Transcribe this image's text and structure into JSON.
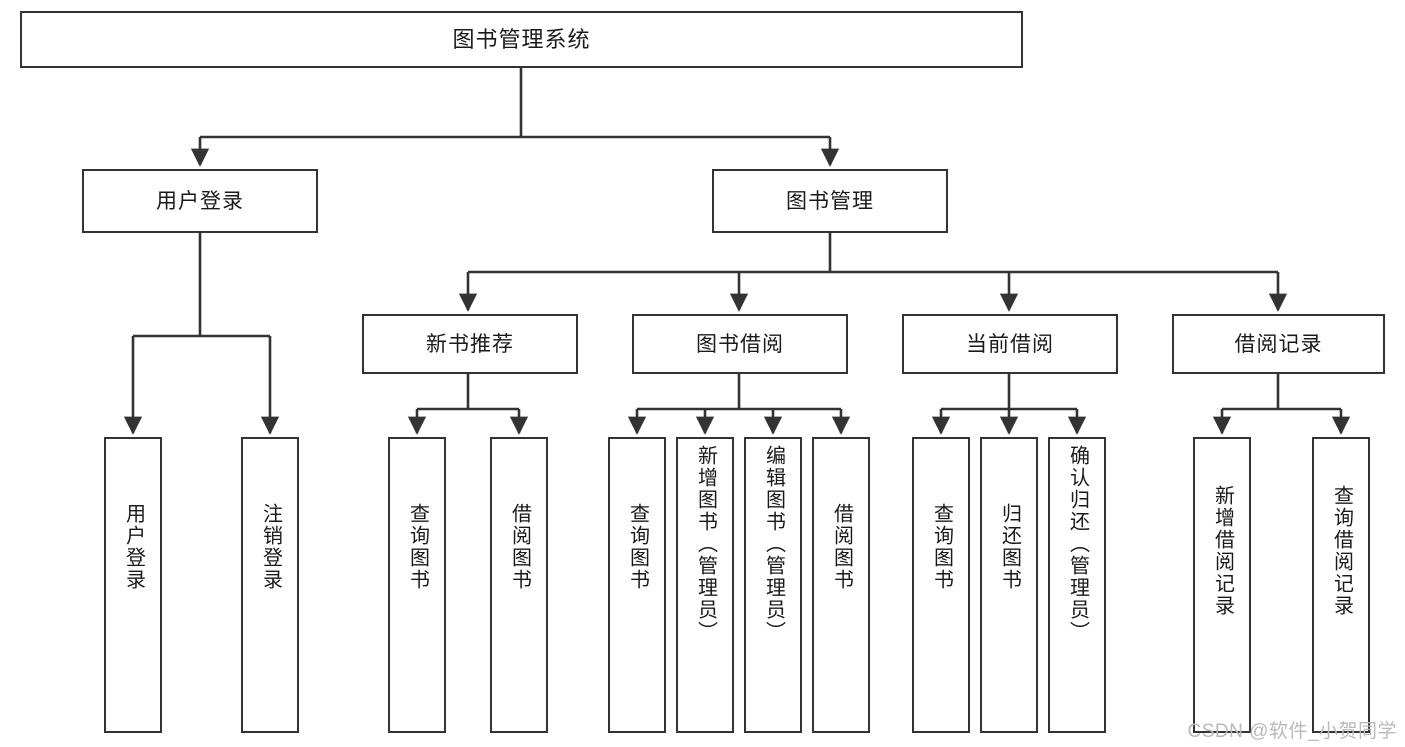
{
  "diagram": {
    "title": "图书管理系统",
    "type": "tree",
    "root": {
      "label": "图书管理系统"
    },
    "level2": [
      {
        "label": "用户登录"
      },
      {
        "label": "图书管理"
      }
    ],
    "level3": [
      {
        "label": "新书推荐"
      },
      {
        "label": "图书借阅"
      },
      {
        "label": "当前借阅"
      },
      {
        "label": "借阅记录"
      }
    ],
    "leaves": {
      "user_login": [
        {
          "label": "用户登录"
        },
        {
          "label": "注销登录"
        }
      ],
      "new_book": [
        {
          "label": "查询图书"
        },
        {
          "label": "借阅图书"
        }
      ],
      "book_borrow": [
        {
          "label": "查询图书"
        },
        {
          "label": "新增图书（管理员）"
        },
        {
          "label": "编辑图书（管理员）"
        },
        {
          "label": "借阅图书"
        }
      ],
      "current_borrow": [
        {
          "label": "查询图书"
        },
        {
          "label": "归还图书"
        },
        {
          "label": "确认归还（管理员）"
        }
      ],
      "borrow_record": [
        {
          "label": "新增借阅记录"
        },
        {
          "label": "查询借阅记录"
        }
      ]
    }
  },
  "watermark": {
    "text": "CSDN @软件_小贺同学"
  },
  "colors": {
    "border": "#333333",
    "background": "#ffffff",
    "text": "#1a1a1a",
    "watermark": "#b9b9b9"
  }
}
